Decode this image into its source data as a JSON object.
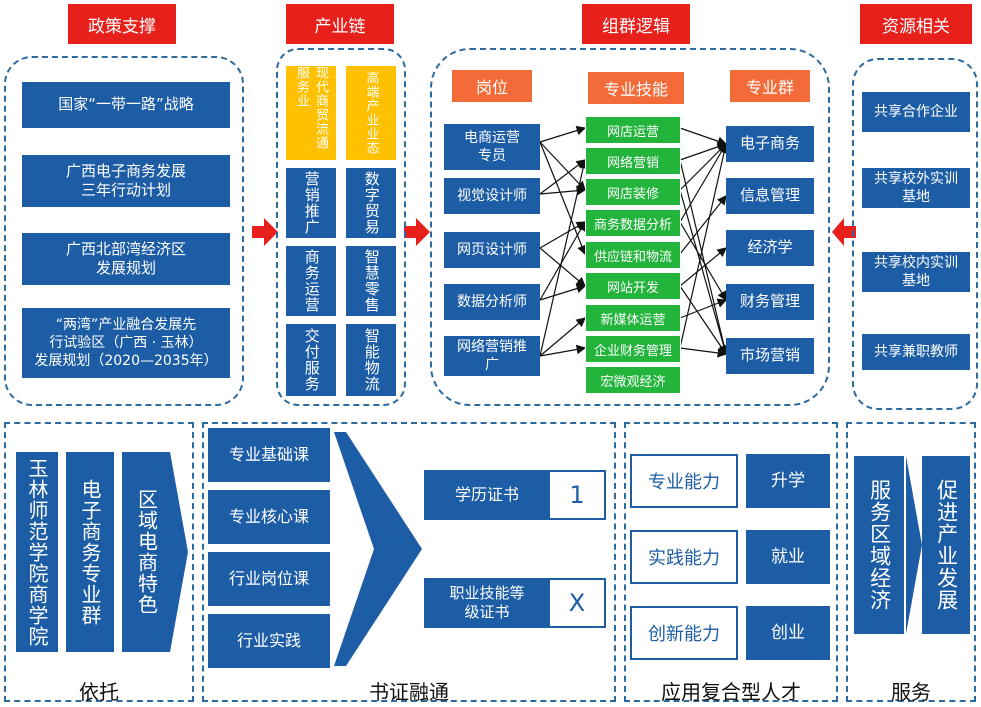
{
  "headers": {
    "policy": "政策支撑",
    "industry": "产业链",
    "logic": "组群逻辑",
    "resources": "资源相关"
  },
  "policy_items": [
    "国家“一带一路”战略",
    "广西电子商务发展\n三年行动计划",
    "广西北部湾经济区\n发展规划",
    "“两湾”产业融合发展先\n行试验区（广西 · 玉林）\n发展规划（2020—2035年）"
  ],
  "industry": {
    "col1_header": "现代商贸流通服务业",
    "col2_header": "高端产业业态",
    "col1_items": [
      "营销推广",
      "商务运营",
      "交付服务"
    ],
    "col2_items": [
      "数字贸易",
      "智慧零售",
      "智能物流"
    ]
  },
  "logic": {
    "positions_title": "岗位",
    "skills_title": "专业技能",
    "groups_title": "专业群",
    "positions": [
      "电商运营\n专员",
      "视觉设计师",
      "网页设计师",
      "数据分析师",
      "网络营销推\n广"
    ],
    "skills": [
      "网店运营",
      "网络营销",
      "网店装修",
      "商务数据分析",
      "供应链和物流",
      "网站开发",
      "新媒体运营",
      "企业财务管理",
      "宏微观经济"
    ],
    "groups": [
      "电子商务",
      "信息管理",
      "经济学",
      "财务管理",
      "市场营销"
    ]
  },
  "resources_items": [
    "共享合作企业",
    "共享校外实训\n基地",
    "共享校内实训\n基地",
    "共享兼职教师"
  ],
  "rely": {
    "cols": [
      "玉林师范学院商学院",
      "电子商务专业群",
      "区域电商特色"
    ],
    "label": "依托"
  },
  "cert": {
    "courses": [
      "专业基础课",
      "专业核心课",
      "行业岗位课",
      "行业实践"
    ],
    "degree": "学历证书",
    "degree_mark": "1",
    "skill_cert": "职业技能等\n级证书",
    "skill_mark": "X",
    "label": "书证融通"
  },
  "talent": {
    "abilities": [
      "专业能力",
      "实践能力",
      "创新能力"
    ],
    "outcomes": [
      "升学",
      "就业",
      "创业"
    ],
    "label": "应用复合型人才"
  },
  "service": {
    "cols": [
      "服务区域经济",
      "促进产业发展"
    ],
    "label": "服务"
  },
  "colors": {
    "blue": "#1d5da6",
    "red": "#e8201c",
    "yellow": "#ffc000",
    "green": "#23b43c",
    "orange": "#f26b38",
    "dashed": "#2c6aa0"
  }
}
